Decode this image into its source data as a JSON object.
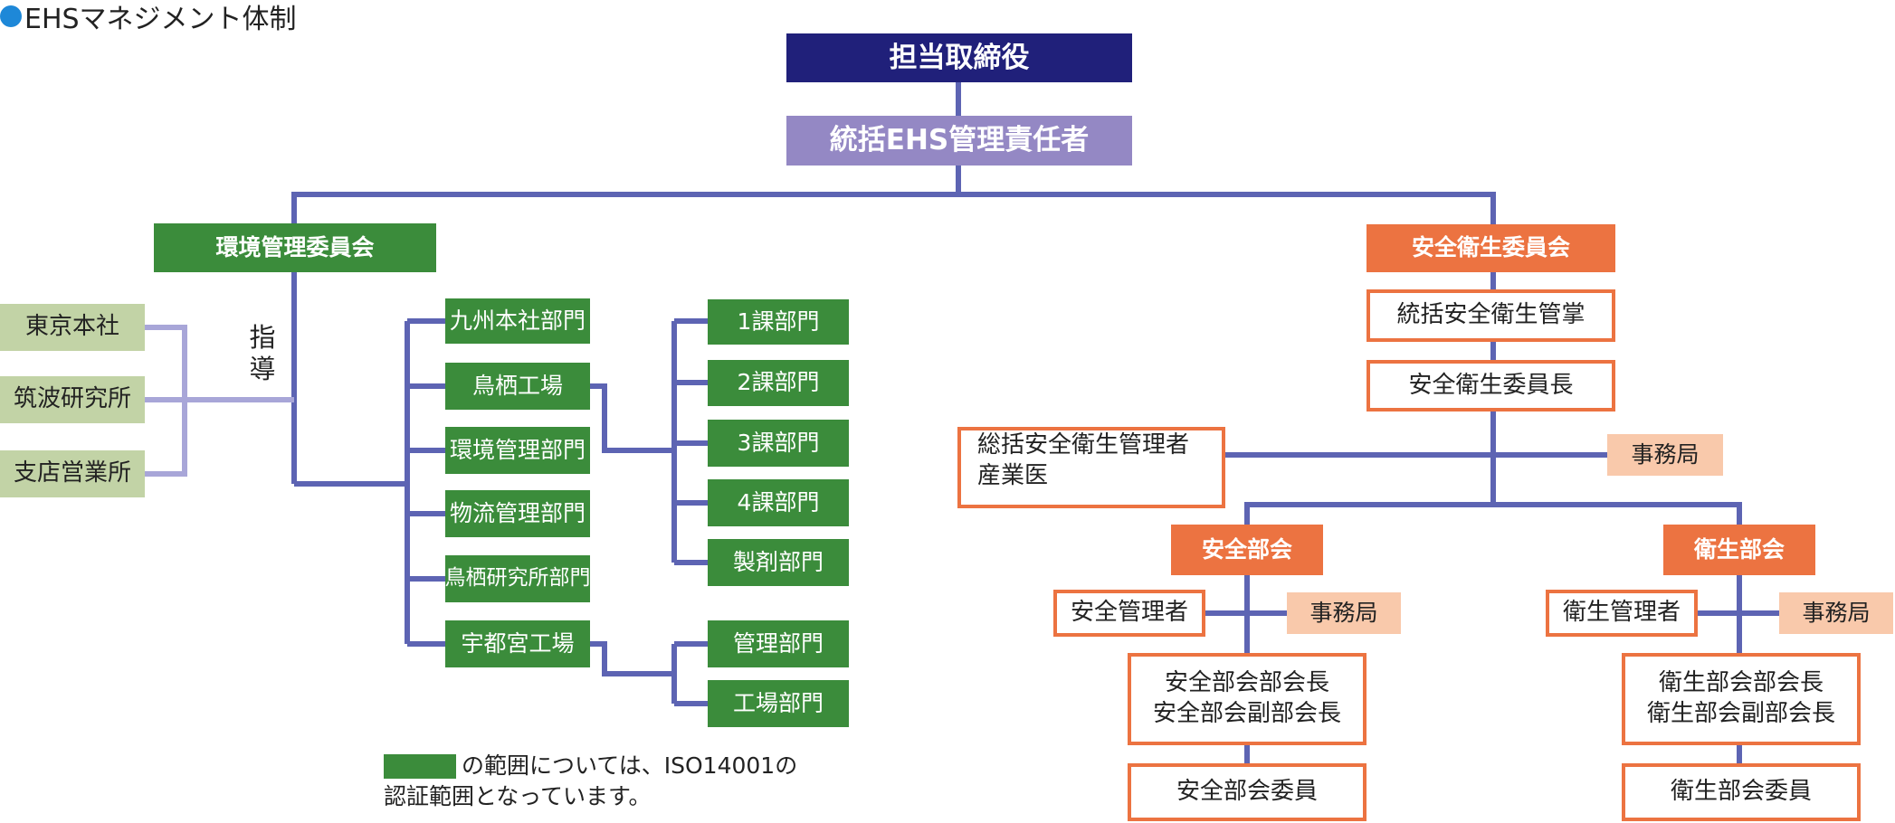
{
  "title": "EHSマネジメント体制",
  "top": {
    "director": "担当取締役",
    "ehs_manager": "統括EHS管理責任者"
  },
  "env": {
    "committee": "環境管理委員会",
    "guidance": [
      "指",
      "導"
    ],
    "sites": [
      "東京本社",
      "筑波研究所",
      "支店営業所"
    ],
    "units": [
      "九州本社部門",
      "鳥栖工場",
      "環境管理部門",
      "物流管理部門",
      "鳥栖研究所部門",
      "宇都宮工場"
    ],
    "tosu_depts": [
      "1課部門",
      "2課部門",
      "3課部門",
      "4課部門",
      "製剤部門"
    ],
    "utsunomiya_depts": [
      "管理部門",
      "工場部門"
    ]
  },
  "safety": {
    "committee": "安全衛生委員会",
    "supervisor": "統括安全衛生管掌",
    "chair": "安全衛生委員長",
    "general_manager": [
      "総括安全衛生管理者",
      "産業医"
    ],
    "secretariat": "事務局",
    "safety_sub": {
      "name": "安全部会",
      "manager": "安全管理者",
      "secretariat": "事務局",
      "heads": [
        "安全部会部会長",
        "安全部会副部会長"
      ],
      "members": "安全部会委員"
    },
    "health_sub": {
      "name": "衛生部会",
      "manager": "衛生管理者",
      "secretariat": "事務局",
      "heads": [
        "衛生部会部会長",
        "衛生部会副部会長"
      ],
      "members": "衛生部会委員"
    }
  },
  "legend": {
    "line1": "の範囲については、ISO14001の",
    "line2": "認証範囲となっています。"
  },
  "colors": {
    "navy": "#20207a",
    "lavender": "#9488c4",
    "green": "#3b8c3b",
    "sage": "#c2d3a6",
    "orange": "#ec7341",
    "peach": "#f9c9ab",
    "connector": "#5d64b3",
    "connector_light": "#a8a6d8",
    "dot": "#1e88d8"
  }
}
